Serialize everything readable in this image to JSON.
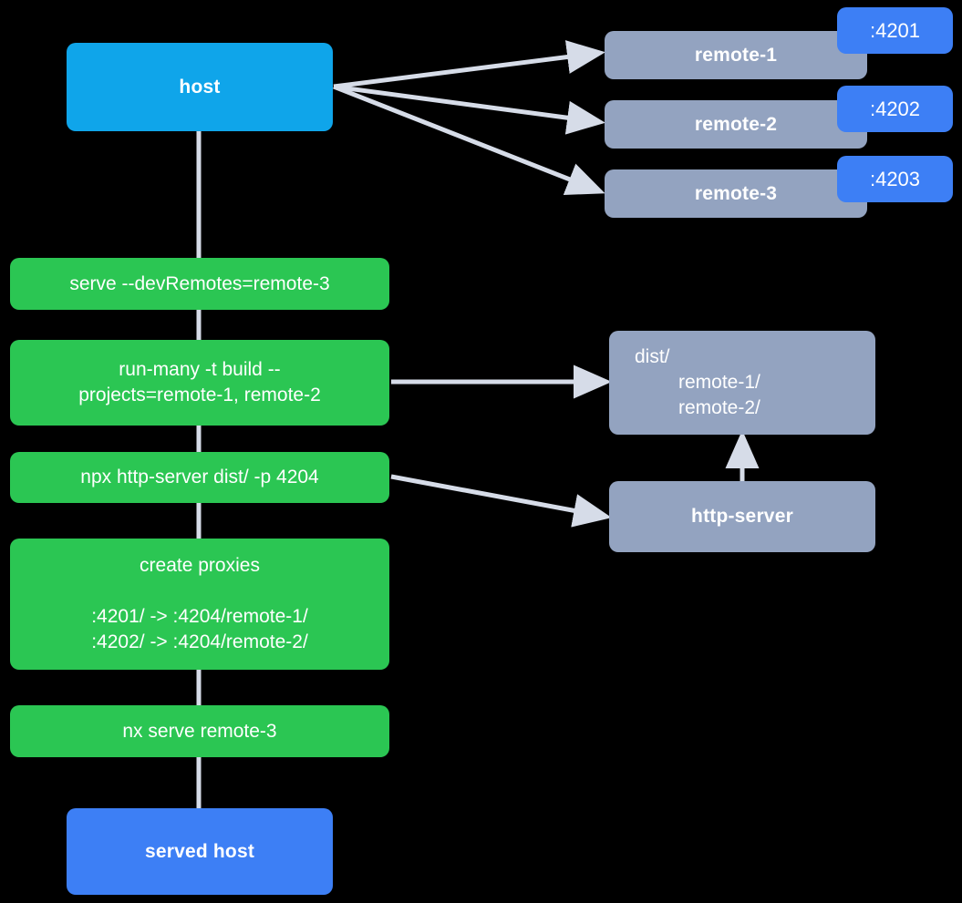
{
  "diagram": {
    "title": "nx module federation host and remotes serve flow",
    "colors": {
      "background": "#000000",
      "host": "#0FA5EA",
      "command": "#2BC653",
      "remote": "#93A3C0",
      "badge": "#3D7FF5",
      "served_host": "#3D7FF5",
      "edge": "#D6DCE8"
    },
    "nodes": {
      "host": {
        "label": "host"
      },
      "remotes": [
        {
          "label": "remote-1",
          "port": ":4201"
        },
        {
          "label": "remote-2",
          "port": ":4202"
        },
        {
          "label": "remote-3",
          "port": ":4203"
        }
      ],
      "commands": [
        {
          "id": "serve",
          "lines": [
            "serve --devRemotes=remote-3"
          ]
        },
        {
          "id": "run-many",
          "lines": [
            "run-many -t build --",
            "projects=remote-1, remote-2"
          ]
        },
        {
          "id": "npx-http-server",
          "lines": [
            "npx http-server dist/ -p 4204"
          ]
        },
        {
          "id": "create-proxies",
          "title": "create proxies",
          "lines": [
            ":4201/ -> :4204/remote-1/",
            ":4202/ -> :4204/remote-2/"
          ]
        },
        {
          "id": "nx-serve-remote-3",
          "lines": [
            "nx serve remote-3"
          ]
        }
      ],
      "dist": {
        "lines": [
          "dist/",
          "remote-1/",
          "remote-2/"
        ]
      },
      "http_server": {
        "label": "http-server"
      },
      "served_host": {
        "label": "served host"
      }
    },
    "edges": [
      {
        "from": "host",
        "to": "remote-1"
      },
      {
        "from": "host",
        "to": "remote-2"
      },
      {
        "from": "host",
        "to": "remote-3"
      },
      {
        "from": "host",
        "to": "serve"
      },
      {
        "from": "serve",
        "to": "run-many"
      },
      {
        "from": "run-many",
        "to": "npx-http-server"
      },
      {
        "from": "run-many",
        "to": "dist"
      },
      {
        "from": "npx-http-server",
        "to": "create-proxies"
      },
      {
        "from": "npx-http-server",
        "to": "http-server"
      },
      {
        "from": "http-server",
        "to": "dist"
      },
      {
        "from": "create-proxies",
        "to": "nx-serve-remote-3"
      },
      {
        "from": "nx-serve-remote-3",
        "to": "served-host"
      }
    ]
  }
}
